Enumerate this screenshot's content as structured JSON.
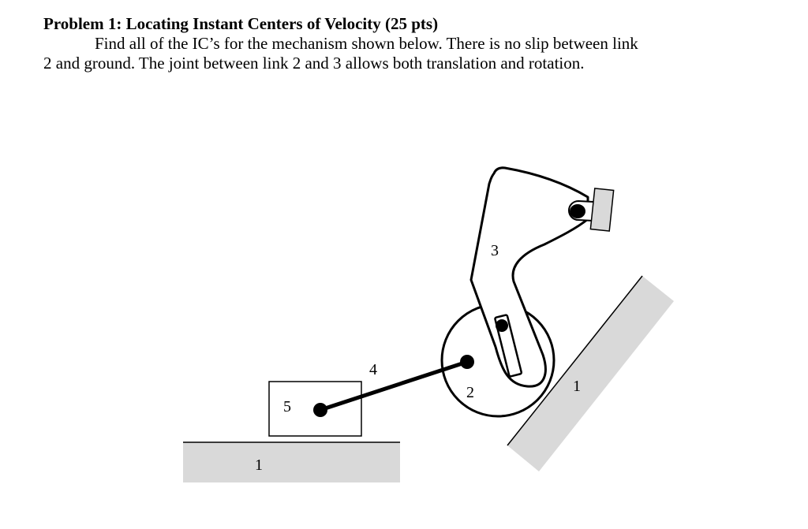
{
  "problem": {
    "title": "Problem 1: Locating Instant Centers of Velocity (25 pts)",
    "line1": "Find all of the IC’s for the mechanism shown below. There is no slip between link",
    "line2": "2 and ground. The joint between link 2 and 3 allows both translation and rotation."
  },
  "figure": {
    "ground_color": "#d9d9d9",
    "labels": {
      "ground_bottom": "1",
      "ground_incline": "1",
      "wheel": "2",
      "rocker": "3",
      "connecting_rod": "4",
      "slider": "5"
    }
  }
}
